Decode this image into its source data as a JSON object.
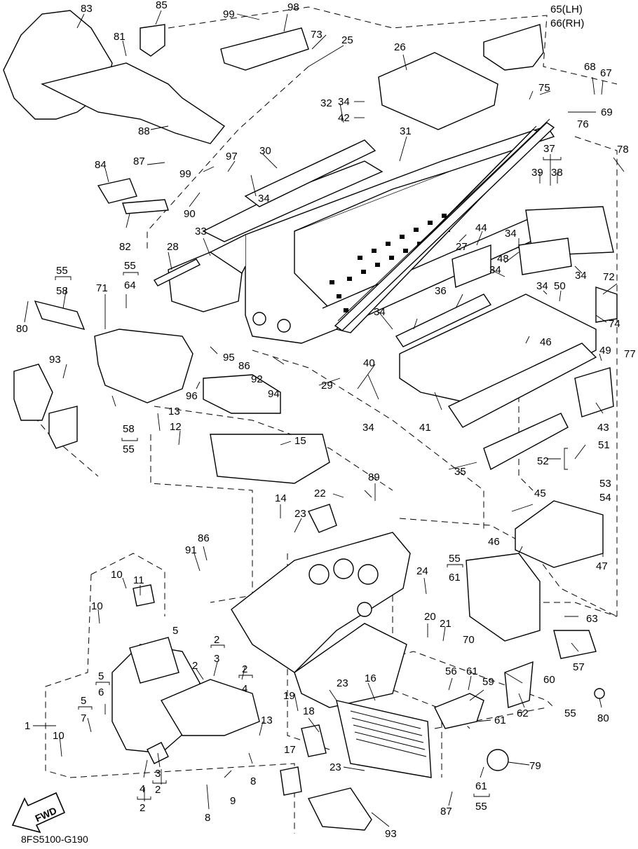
{
  "document_code": "8FS5100-G190",
  "fwd_badge": "FWD",
  "side_labels": {
    "lh": "65(LH)",
    "rh": "66(RH)"
  },
  "callouts": {
    "c1": "1",
    "c2a": "2",
    "c2b": "2",
    "c2c": "2",
    "c2d": "2",
    "c2e": "2",
    "c3a": "3",
    "c3b": "3",
    "c4a": "4",
    "c4b": "4",
    "c5a": "5",
    "c5b": "5",
    "c5c": "5",
    "c6": "6",
    "c7": "7",
    "c8a": "8",
    "c8b": "8",
    "c9": "9",
    "c10a": "10",
    "c10b": "10",
    "c10c": "10",
    "c11": "11",
    "c12": "12",
    "c13a": "13",
    "c13b": "13",
    "c14": "14",
    "c15": "15",
    "c16": "16",
    "c17": "17",
    "c18": "18",
    "c19": "19",
    "c20": "20",
    "c21": "21",
    "c22": "22",
    "c23a": "23",
    "c23b": "23",
    "c23c": "23",
    "c24": "24",
    "c25": "25",
    "c26": "26",
    "c27": "27",
    "c28": "28",
    "c29": "29",
    "c30": "30",
    "c31": "31",
    "c32": "32",
    "c33": "33",
    "c34a": "34",
    "c34b": "34",
    "c34c": "34",
    "c34d": "34",
    "c34e": "34",
    "c34f": "34",
    "c34g": "34",
    "c34h": "34",
    "c35": "35",
    "c36": "36",
    "c37": "37",
    "c38": "38",
    "c39": "39",
    "c40": "40",
    "c41": "41",
    "c42": "42",
    "c43": "43",
    "c44": "44",
    "c45": "45",
    "c46a": "46",
    "c46b": "46",
    "c47": "47",
    "c48": "48",
    "c49": "49",
    "c50": "50",
    "c51": "51",
    "c52": "52",
    "c53": "53",
    "c54": "54",
    "c55a": "55",
    "c55b": "55",
    "c55c": "55",
    "c55d": "55",
    "c55e": "55",
    "c55f": "55",
    "c56": "56",
    "c57": "57",
    "c58a": "58",
    "c58b": "58",
    "c59": "59",
    "c60": "60",
    "c61a": "61",
    "c61b": "61",
    "c61c": "61",
    "c61d": "61",
    "c62": "62",
    "c63": "63",
    "c64": "64",
    "c67": "67",
    "c68": "68",
    "c69": "69",
    "c70": "70",
    "c71": "71",
    "c72": "72",
    "c73": "73",
    "c74": "74",
    "c75": "75",
    "c76": "76",
    "c77": "77",
    "c78": "78",
    "c79": "79",
    "c80a": "80",
    "c80b": "80",
    "c81": "81",
    "c82": "82",
    "c83": "83",
    "c84": "84",
    "c85": "85",
    "c86a": "86",
    "c86b": "86",
    "c87a": "87",
    "c87b": "87",
    "c88": "88",
    "c89": "89",
    "c90": "90",
    "c91": "91",
    "c92": "92",
    "c93a": "93",
    "c93b": "93",
    "c94": "94",
    "c95": "95",
    "c96": "96",
    "c97": "97",
    "c98": "98",
    "c99a": "99",
    "c99b": "99"
  }
}
